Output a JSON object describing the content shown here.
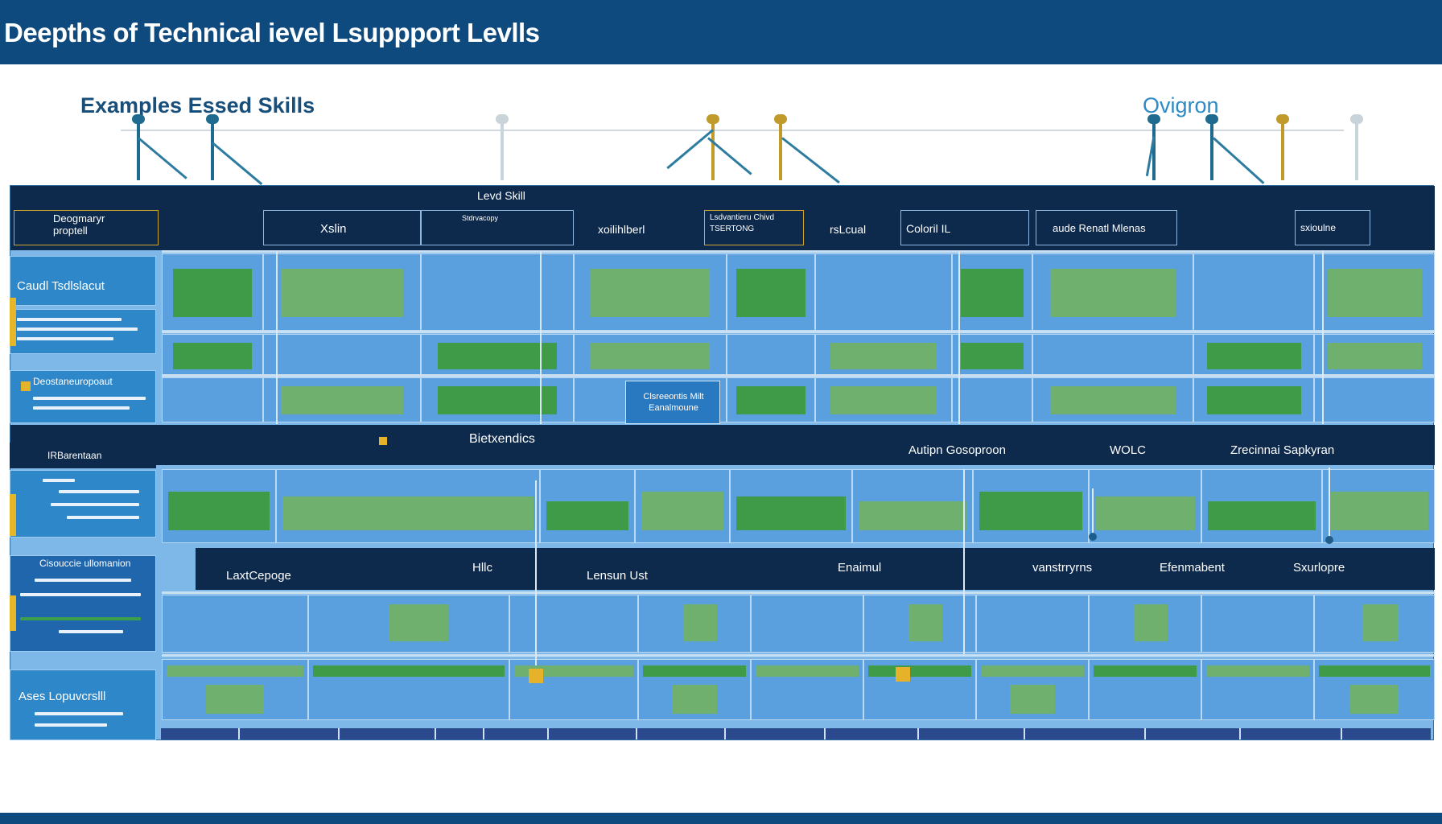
{
  "title": "Deepths of Technical ievel Lsuppport Levlls",
  "subtitle_left": "Examples Essed Skills",
  "subtitle_right": "Ovigron",
  "top_header": {
    "center_label": "Levd Skill",
    "columns": [
      {
        "label": "Deogmaryr proptell"
      },
      {
        "label": "Xslin"
      },
      {
        "label": "Stdrvacopy"
      },
      {
        "label": "xoilihlberl"
      },
      {
        "label": "Lsdvantieru Chivd TSERTONG"
      },
      {
        "label": "rsLcual"
      },
      {
        "label": "Coloril IL"
      },
      {
        "label": "aude Renatl Mlenas"
      },
      {
        "label": "sxioulne"
      }
    ]
  },
  "row_labels": [
    {
      "label": "Caudl Tsdlslacut"
    },
    {
      "label": "Deostaneuropoaut"
    },
    {
      "label": "IRBarentaan"
    },
    {
      "label": "Cisouccie ullomanion"
    },
    {
      "label": "Ases Lopuvcrslll"
    }
  ],
  "mid_band": {
    "labels": [
      "Bietxendics",
      "Autipn Gosoproon",
      "WOLC",
      "Zrecinnai Sapkyran"
    ]
  },
  "lower_band": {
    "labels": [
      "LaxtCepoge",
      "Hllc",
      "Lensun Ust",
      "Enaimul",
      "vanstrryrns",
      "Efenmabent",
      "Sxurlopre"
    ]
  },
  "callout_box": {
    "label": "Clsreeontis Milt Eanalmoune"
  },
  "colors": {
    "header_bar": "#0e4a7e",
    "dark_band": "#0d2a4c",
    "grid_blue": "#7eb8e8",
    "green": "#3d9a3a",
    "accent_yellow": "#e7b528"
  }
}
